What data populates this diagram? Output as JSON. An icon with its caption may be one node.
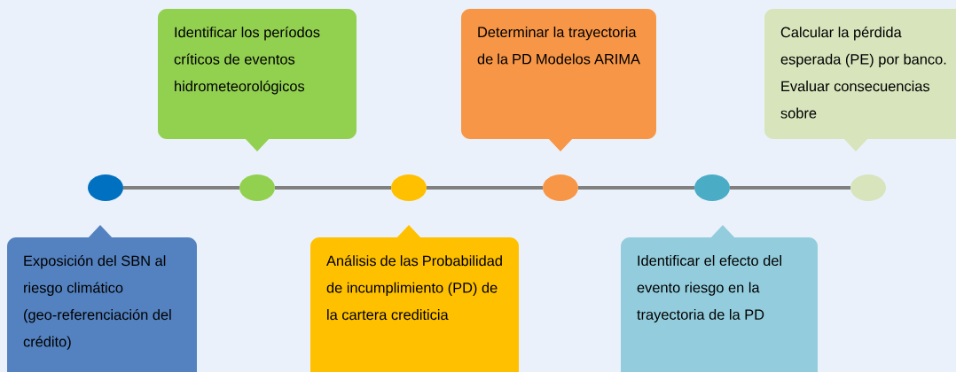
{
  "diagram": {
    "nodes": [
      {
        "text": [
          "Exposición del SBN al riesgo climático (geo-referenciación del crédito)"
        ]
      },
      {
        "text": [
          "Identificar los períodos críticos de eventos hidrometeorológicos"
        ]
      },
      {
        "text": [
          "Análisis de las Probabilidad de incumplimiento (PD) de la cartera crediticia"
        ]
      },
      {
        "text": [
          "Determinar la trayectoria de la PD Modelos ARIMA"
        ]
      },
      {
        "text": [
          "Identificar el efecto del evento riesgo en la trayectoria de la PD"
        ]
      },
      {
        "text": [
          "Calcular la pérdida esperada (PE) por banco.",
          "Evaluar consecuencias sobre"
        ]
      },
      {
        "text": [],
        "shape": "circle"
      },
      {
        "text": [],
        "shape": "circle"
      },
      {
        "text": [],
        "shape": "circle"
      },
      {
        "text": [],
        "shape": "circle"
      },
      {
        "text": [],
        "shape": "circle"
      },
      {
        "text": [],
        "shape": "circle"
      }
    ],
    "edges": [
      {
        "from": 6,
        "to": 7,
        "arrow": "none"
      },
      {
        "from": 7,
        "to": 8,
        "arrow": "none"
      },
      {
        "from": 8,
        "to": 9,
        "arrow": "none"
      },
      {
        "from": 9,
        "to": 10,
        "arrow": "none"
      },
      {
        "from": 10,
        "to": 11,
        "arrow": "none"
      }
    ]
  }
}
